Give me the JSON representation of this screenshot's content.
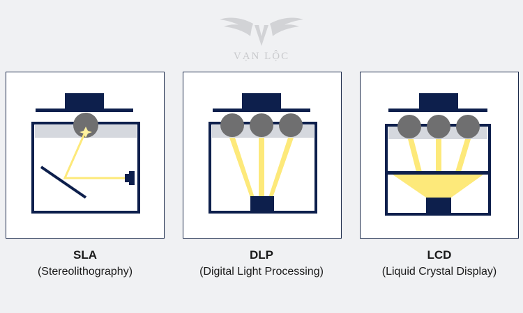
{
  "brand": {
    "name": "VẠN LỘC"
  },
  "colors": {
    "navy": "#0d1f4c",
    "beam": "#fde97a",
    "beam_bright": "#fff2a0",
    "resin": "#d5d8de",
    "ball": "#6f6f70"
  },
  "panels": [
    {
      "name": "SLA",
      "full": "(Stereolithography)"
    },
    {
      "name": "DLP",
      "full": "(Digital Light Processing)"
    },
    {
      "name": "LCD",
      "full": "(Liquid Crystal Display)"
    }
  ]
}
